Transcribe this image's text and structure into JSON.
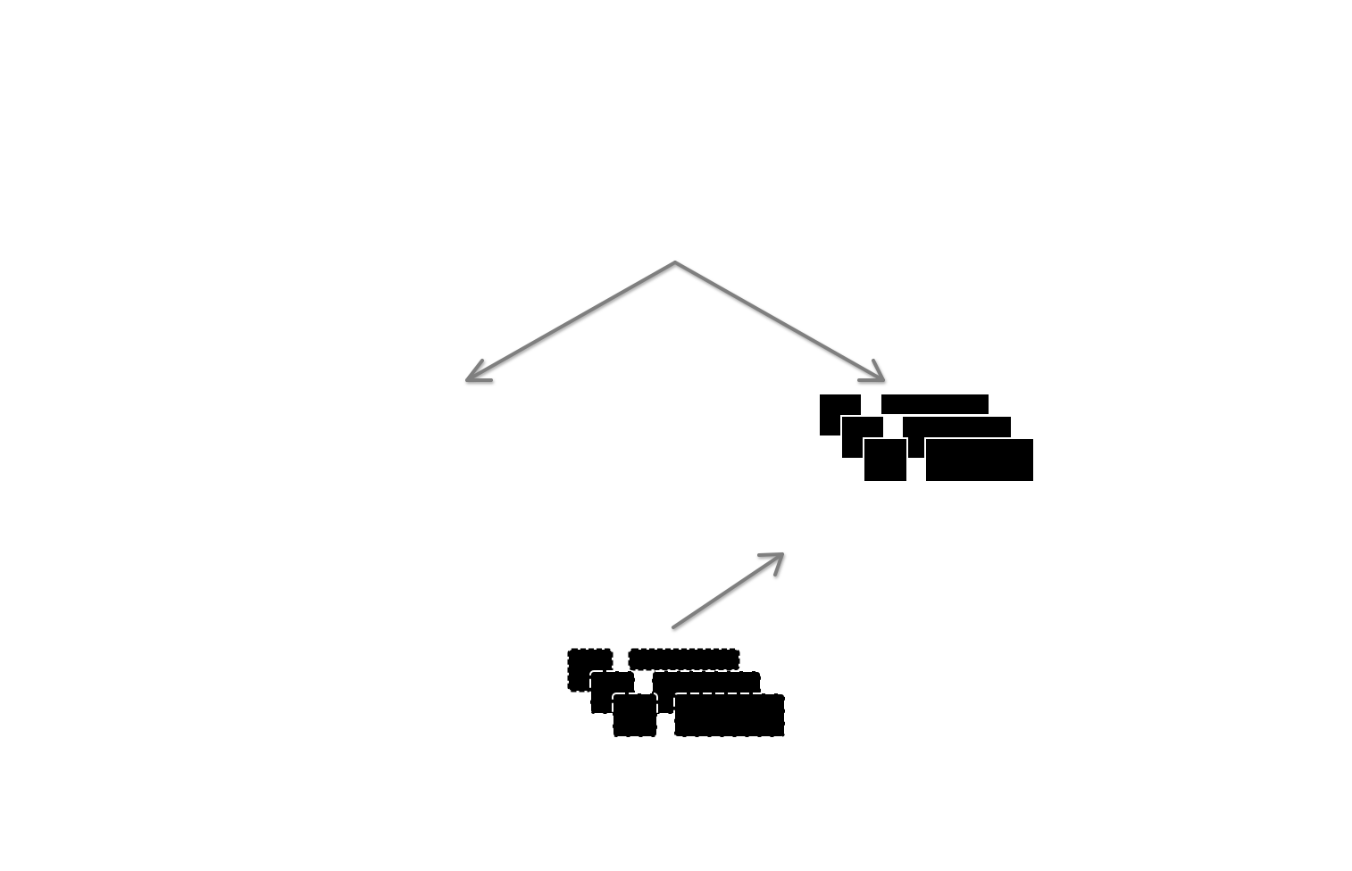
{
  "diagram": {
    "colors": {
      "background": "#ffffff",
      "arrow": "#7f7f7f",
      "block": "#000000",
      "block_separator": "#ffffff"
    },
    "arrows": [
      {
        "name": "arrow-left-down",
        "direction": "down-left"
      },
      {
        "name": "arrow-right-down",
        "direction": "down-right"
      },
      {
        "name": "arrow-up-right",
        "direction": "up-right"
      }
    ],
    "graphics": [
      {
        "name": "stacked-blocks-solid-graphic",
        "style": "solid"
      },
      {
        "name": "stacked-blocks-dashed-graphic",
        "style": "dashed-outline"
      }
    ]
  }
}
